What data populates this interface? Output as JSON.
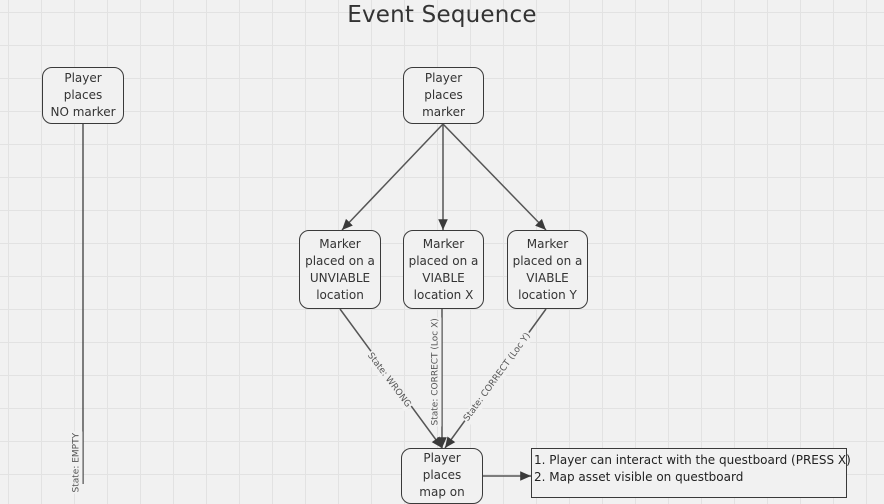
{
  "diagram": {
    "title": "Event Sequence",
    "nodes": {
      "no_marker": "Player places\nNO marker",
      "places_marker": "Player places\nmarker",
      "unviable": "Marker\nplaced on a\nUNVIABLE\nlocation",
      "viable_x": "Marker\nplaced on a\nVIABLE\nlocation X",
      "viable_y": "Marker\nplaced on a\nVIABLE\nlocation Y",
      "places_map": "Player places\nmap on"
    },
    "edge_labels": {
      "wrong": "State: WRONG",
      "correct_x": "State: CORRECT (Loc X)",
      "correct_y": "State: CORRECT (Loc Y)",
      "empty": "State: EMPTY"
    },
    "notes": [
      "1. Player can interact with the questboard (PRESS X)",
      "2. Map asset visible on questboard"
    ]
  }
}
